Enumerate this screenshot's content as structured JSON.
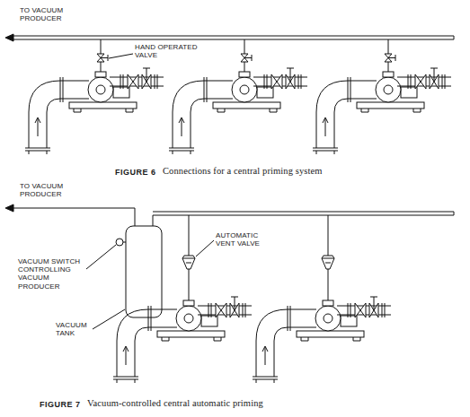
{
  "diagram": {
    "labels": [
      "TO VACUUM PRODUCER",
      "HAND OPERATED VALVE",
      "FIGURE 6",
      "Connections for a central priming system",
      "TO VACUUM PRODUCER",
      "VACUUM SWITCH CONTROLLING VACUUM PRODUCER",
      "AUTOMATIC VENT VALVE",
      "VACUUM TANK",
      "FIGURE 7",
      "Vacuum-controlled central automatic priming"
    ]
  }
}
